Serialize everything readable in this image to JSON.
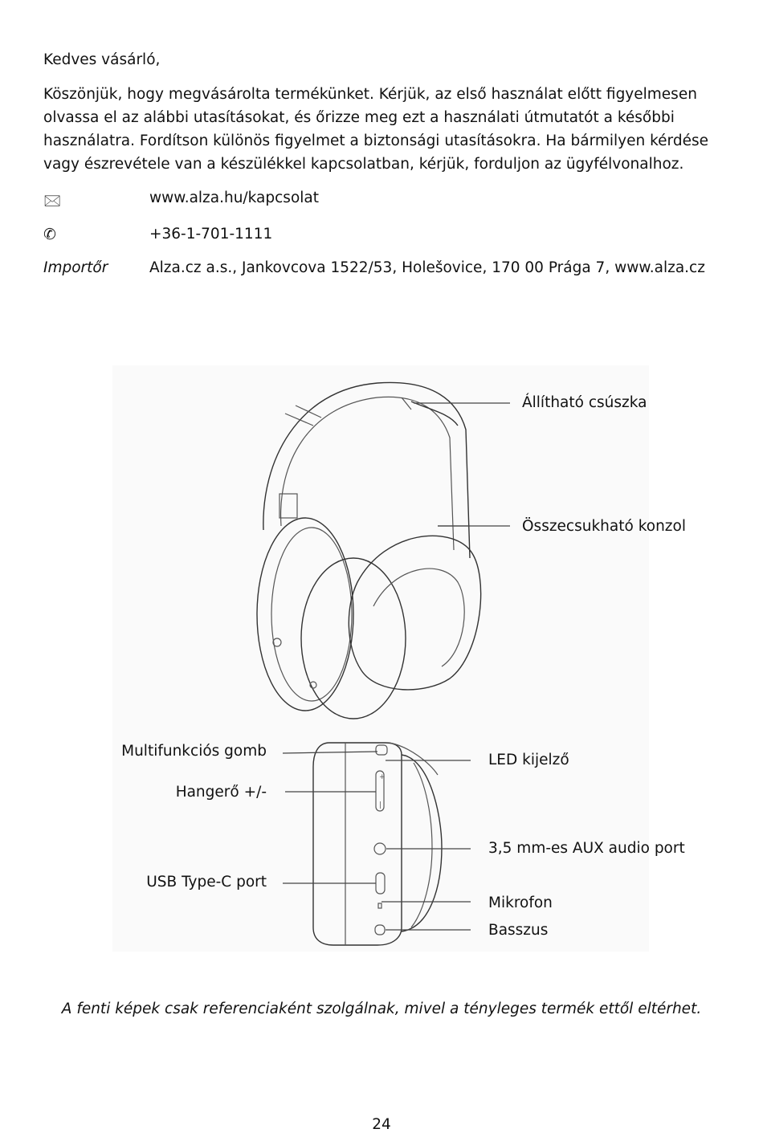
{
  "greeting": "Kedves vásárló,",
  "intro_lines": [
    "Köszönjük, hogy megvásárolta termékünket. Kérjük, az első használat előtt figyelmesen",
    "olvassa el az alábbi utasításokat, és őrizze meg ezt a használati útmutatót a későbbi",
    "használatra. Fordítson különös figyelmet a biztonsági utasításokra. Ha bármilyen kérdése",
    "vagy észrevétele van a készülékkel kapcsolatban, kérjük, forduljon az ügyfélvonalhoz."
  ],
  "contacts": {
    "web_icon": "envelope-icon",
    "web": "www.alza.hu/kapcsolat",
    "phone_icon": "phone-icon",
    "phone": "+36-1-701-1111",
    "importer_label": "Importőr",
    "importer": "Alza.cz a.s., Jankovcova 1522/53, Holešovice, 170 00 Prága 7, www.alza.cz"
  },
  "labels": {
    "slider": "Állítható csúszka",
    "bracket": "Összecsukható konzol",
    "multifunction": "Multifunkciós gomb",
    "volume": "Hangerő +/-",
    "usb": "USB Type-C port",
    "led": "LED kijelző",
    "aux": "3,5 mm-es AUX audio port",
    "mic": "Mikrofon",
    "bass": "Basszus"
  },
  "footnote": "A fenti képek csak referenciaként szolgálnak, mivel a tényleges termék ettől eltérhet.",
  "page_number": "24"
}
